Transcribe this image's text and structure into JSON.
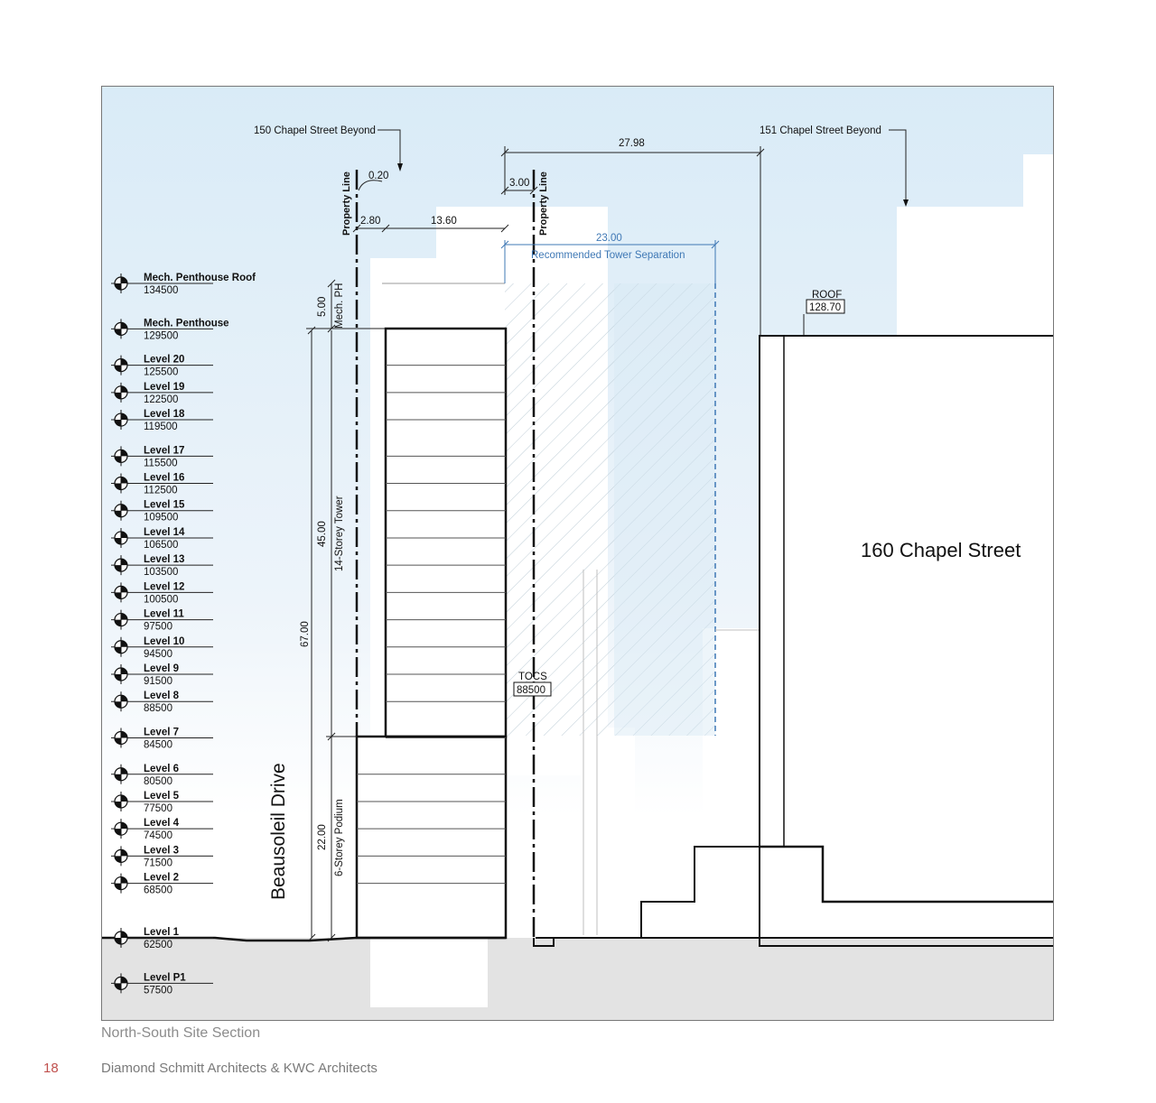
{
  "neighbours": {
    "west_beyond": "150 Chapel Street Beyond",
    "east_beyond": "151 Chapel Street Beyond",
    "east_building": "160 Chapel Street",
    "street": "Beausoleil Drive"
  },
  "dimensions": {
    "overall": "27.98",
    "setback_west": "0.20",
    "setback_east": "3.00",
    "podium_offset": "2.80",
    "tower_width": "13.60",
    "separation": "23.00",
    "separation_label": "Recommended Tower Separation",
    "mech_ph_height": "5.00",
    "mech_ph_label": "Mech. PH",
    "tower_height": "45.00",
    "tower_label": "14-Storey Tower",
    "total_height": "67.00",
    "podium_height": "22.00",
    "podium_label": "6-Storey Podium"
  },
  "property_line_label": "Property Line",
  "roof_tag": {
    "label": "ROOF",
    "value": "128.70"
  },
  "tocs_tag": {
    "label": "TOCS",
    "value": "88500"
  },
  "levels": [
    {
      "name": "Mech. Penthouse Roof",
      "elev": "134500"
    },
    {
      "name": "Mech. Penthouse",
      "elev": "129500"
    },
    {
      "name": "Level 20",
      "elev": "125500"
    },
    {
      "name": "Level 19",
      "elev": "122500"
    },
    {
      "name": "Level 18",
      "elev": "119500"
    },
    {
      "name": "Level 17",
      "elev": "115500"
    },
    {
      "name": "Level 16",
      "elev": "112500"
    },
    {
      "name": "Level 15",
      "elev": "109500"
    },
    {
      "name": "Level 14",
      "elev": "106500"
    },
    {
      "name": "Level 13",
      "elev": "103500"
    },
    {
      "name": "Level 12",
      "elev": "100500"
    },
    {
      "name": "Level 11",
      "elev": "97500"
    },
    {
      "name": "Level 10",
      "elev": "94500"
    },
    {
      "name": "Level 9",
      "elev": "91500"
    },
    {
      "name": "Level 8",
      "elev": "88500"
    },
    {
      "name": "Level 7",
      "elev": "84500"
    },
    {
      "name": "Level 6",
      "elev": "80500"
    },
    {
      "name": "Level 5",
      "elev": "77500"
    },
    {
      "name": "Level 4",
      "elev": "74500"
    },
    {
      "name": "Level 3",
      "elev": "71500"
    },
    {
      "name": "Level 2",
      "elev": "68500"
    },
    {
      "name": "Level 1",
      "elev": "62500"
    },
    {
      "name": "Level P1",
      "elev": "57500"
    }
  ],
  "caption": "North-South Site Section",
  "footer": {
    "page": "18",
    "firm": "Diamond Schmitt Architects & KWC Architects"
  }
}
